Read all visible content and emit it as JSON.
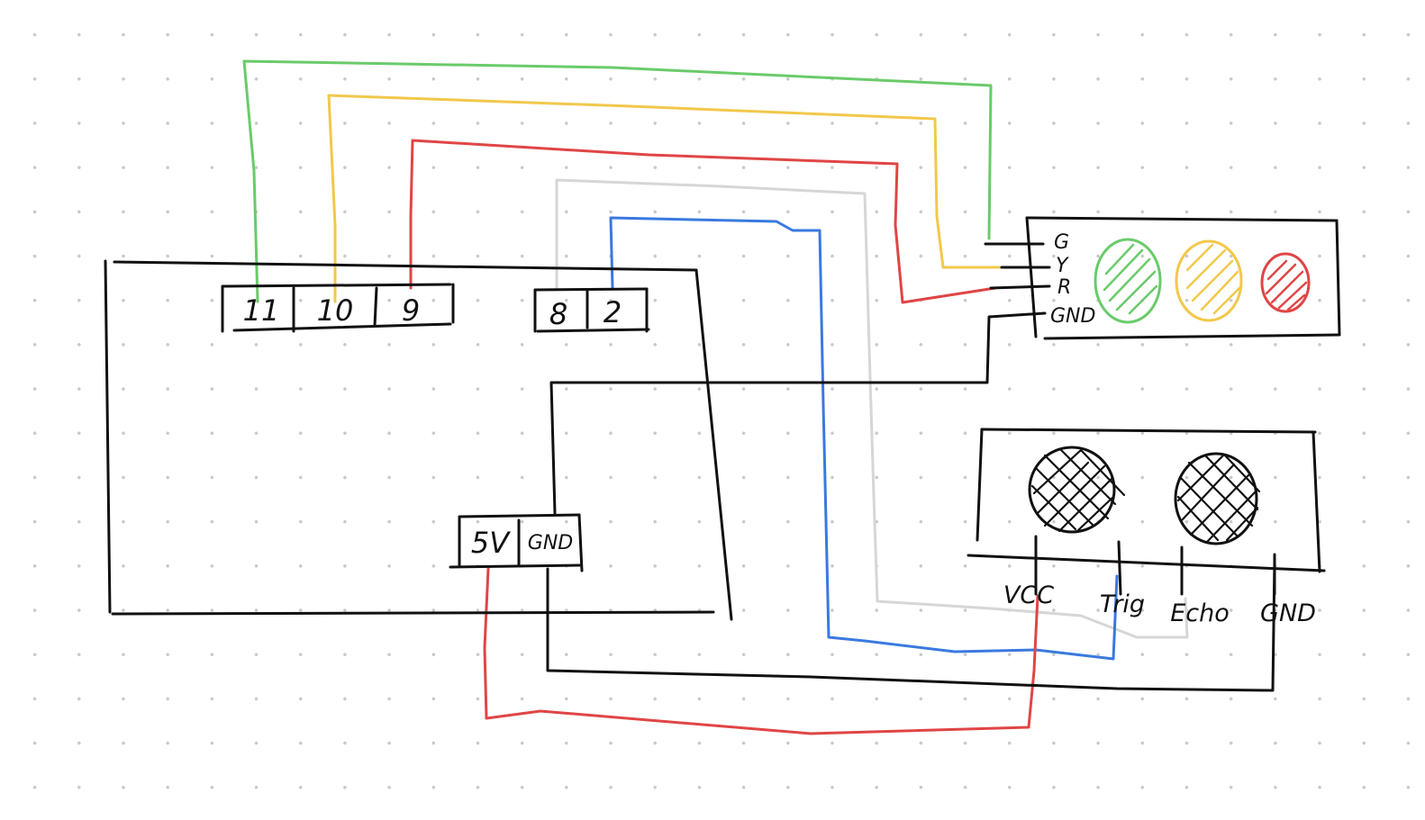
{
  "colors": {
    "ink": "#111111",
    "green": "#6acb6a",
    "yellow": "#f2c84b",
    "red": "#e04545",
    "gray": "#d6d6d6",
    "blue": "#3a79e0",
    "dot_grid": "#c9c9c9"
  },
  "arduino": {
    "pins_left": [
      "11",
      "10",
      "9"
    ],
    "pins_mid": [
      "8",
      "2"
    ],
    "power": [
      "5V",
      "GND"
    ]
  },
  "traffic_light": {
    "pins": [
      "G",
      "Y",
      "R",
      "GND"
    ],
    "leds": [
      {
        "name": "green-led-icon",
        "color": "#6acb6a"
      },
      {
        "name": "yellow-led-icon",
        "color": "#f2c84b"
      },
      {
        "name": "red-led-icon",
        "color": "#e04545"
      }
    ]
  },
  "ultrasonic": {
    "pins": [
      "VCC",
      "Trig",
      "Echo",
      "GND"
    ]
  }
}
